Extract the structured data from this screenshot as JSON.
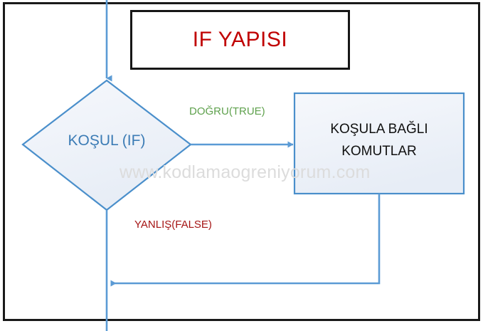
{
  "diagram": {
    "title": "IF YAPISI",
    "watermark": "www.kodlamaogreniyorum.com",
    "nodes": {
      "decision": "KOŞUL (IF)",
      "process_line1": "KOŞULA BAĞLI",
      "process_line2": "KOMUTLAR"
    },
    "edge_labels": {
      "true_branch": "DOĞRU(TRUE)",
      "false_branch": "YANLIŞ(FALSE)"
    },
    "colors": {
      "title_text": "#C00000",
      "decision_text": "#3C7CB5",
      "process_text": "#101010",
      "true_label": "#5FA14D",
      "false_label": "#A51414",
      "connector": "#5B9BD5",
      "shape_stroke": "#4A8FCB",
      "shape_fill": "#EEF2F8",
      "frame_border": "#1a1a1a",
      "watermark": "#DCDCDC"
    }
  }
}
